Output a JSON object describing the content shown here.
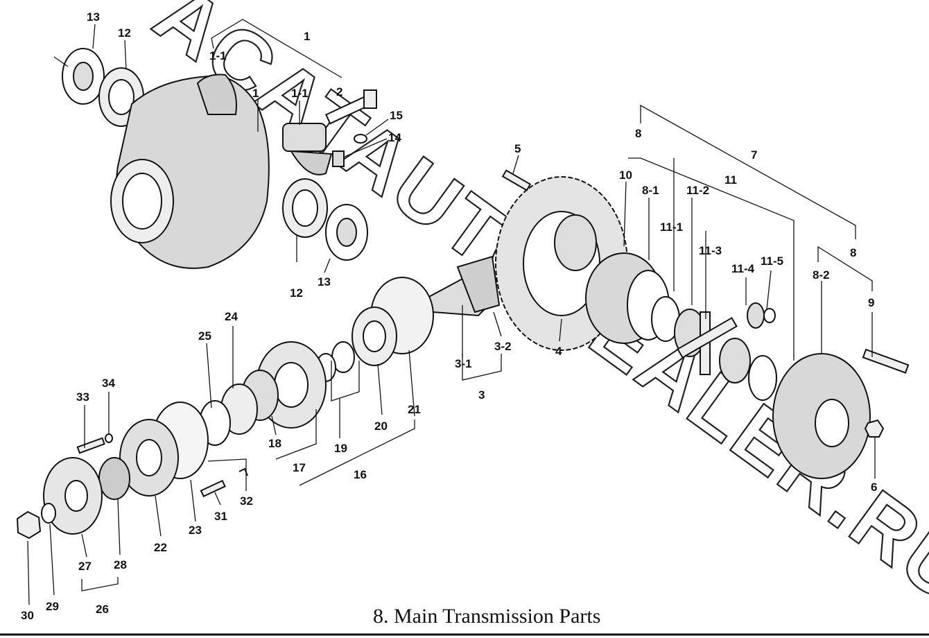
{
  "caption": "8. Main Transmission Parts",
  "watermark": "ACATAUTODEALER.RU",
  "part_labels": [
    "1",
    "1-1",
    "1",
    "1-1",
    "2",
    "15",
    "14",
    "13",
    "12",
    "12",
    "13",
    "5",
    "8",
    "7",
    "10",
    "8-1",
    "11",
    "11-2",
    "11-1",
    "11-3",
    "11-4",
    "11-5",
    "8",
    "8-2",
    "9",
    "3-1",
    "3-2",
    "3",
    "4",
    "24",
    "25",
    "20",
    "21",
    "19",
    "18",
    "17",
    "16",
    "34",
    "33",
    "22",
    "23",
    "31",
    "32",
    "28",
    "27",
    "26",
    "29",
    "30",
    "6"
  ]
}
